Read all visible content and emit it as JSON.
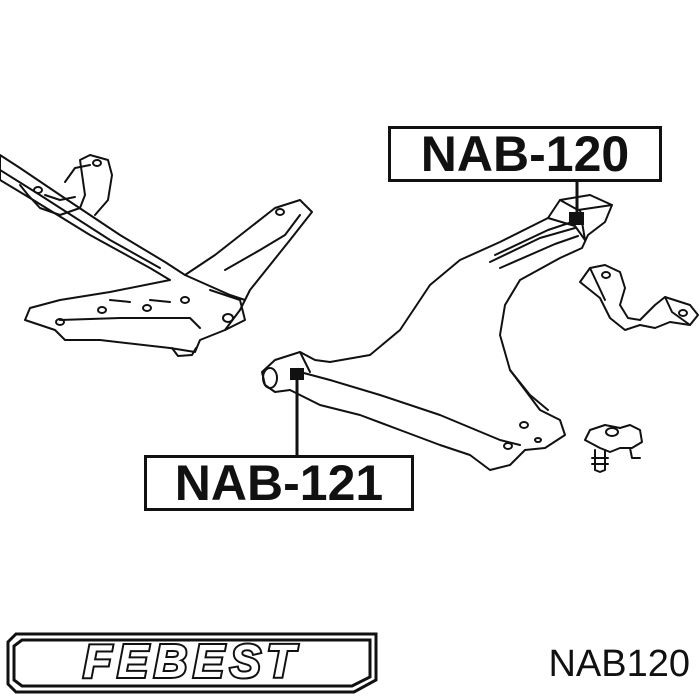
{
  "callouts": {
    "top": "NAB-120",
    "bottom": "NAB-121"
  },
  "footer": {
    "brand": "FEBEST",
    "part_number": "NAB120"
  },
  "colors": {
    "ink": "#111111",
    "background": "#ffffff"
  }
}
